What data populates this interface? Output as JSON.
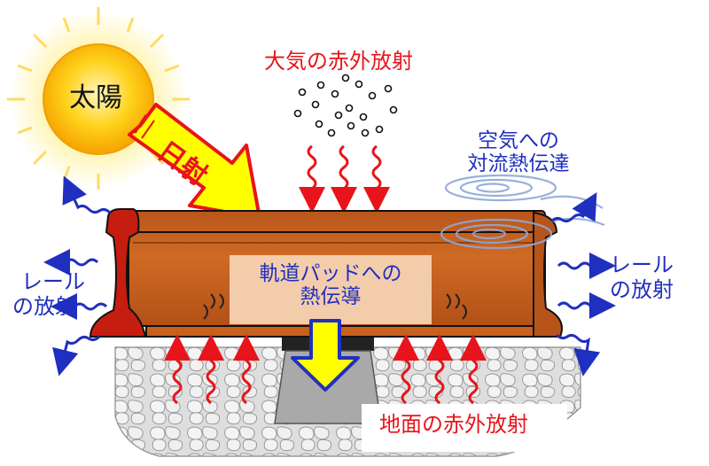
{
  "labels": {
    "sun": "太陽",
    "solar_radiation": "日射",
    "atmospheric_ir": "大気の赤外放射",
    "convection_line1": "空気への",
    "convection_line2": "対流熱伝達",
    "rail_radiation_left_line1": "レール",
    "rail_radiation_left_line2": "の放射",
    "rail_radiation_right_line1": "レール",
    "rail_radiation_right_line2": "の放射",
    "pad_conduction_line1": "軌道パッドへの",
    "pad_conduction_line2": "熱伝導",
    "ground_ir": "地面の赤外放射"
  },
  "icons": {
    "sun": "sun-icon",
    "solar_arrow": "solar-arrow-icon",
    "air_particles": "air-particles-icon",
    "wave_arrows": "wavy-arrow-icon",
    "convection_swirl": "swirl-icon",
    "rail": "rail-icon",
    "tie_plate": "tie-plate-icon",
    "ballast": "ballast-stones-icon",
    "conduction_arrow": "down-arrow-icon"
  },
  "colors": {
    "rail_body": "#c8611e",
    "rail_end": "#c51d0f",
    "label_red": "#e8141b",
    "label_blue": "#1f2fbf",
    "solar_arrow_fill": "#ffff00",
    "pad_box": "#f5d3b3",
    "ballast_fill": "#dfdfdf",
    "tie_plate": "#a6a6a6"
  }
}
